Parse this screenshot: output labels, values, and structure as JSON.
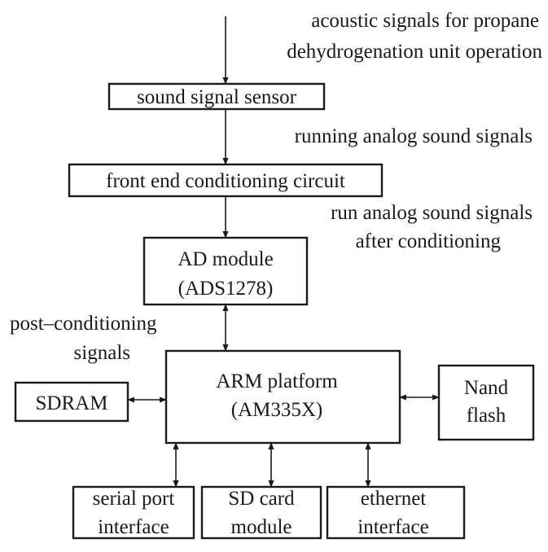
{
  "input_label": {
    "line1": "acoustic signals for propane",
    "line2": "dehydrogenation unit operation"
  },
  "blocks": {
    "sound_sensor": {
      "label": "sound signal sensor"
    },
    "front_end": {
      "label": "front end conditioning circuit"
    },
    "ad_module": {
      "line1": "AD module",
      "line2": "(ADS1278)"
    },
    "arm_platform": {
      "line1": "ARM platform",
      "line2": "(AM335X)"
    },
    "sdram": {
      "label": "SDRAM"
    },
    "nand_flash": {
      "line1": "Nand",
      "line2": "flash"
    },
    "serial_port": {
      "line1": "serial port",
      "line2": "interface"
    },
    "sd_card": {
      "line1": "SD card",
      "line2": "module"
    },
    "ethernet": {
      "line1": "ethernet",
      "line2": "interface"
    }
  },
  "edge_labels": {
    "running_analog": "running analog sound signals",
    "after_conditioning": {
      "line1": "run analog sound signals",
      "line2": "after conditioning"
    },
    "post_conditioning": {
      "line1": "post–conditioning",
      "line2": "signals"
    }
  }
}
